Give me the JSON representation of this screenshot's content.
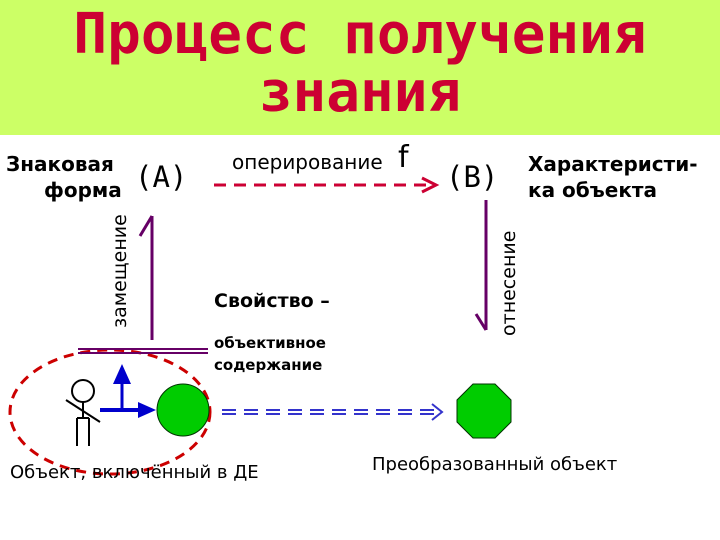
{
  "title": {
    "line1": "Процесс получения",
    "line2": "знания"
  },
  "labels": {
    "sign_form_line1": "Знаковая",
    "sign_form_line2": "форма",
    "marker_a": "(A)",
    "operation": "оперирование",
    "operation_f": "f",
    "marker_b": "(B)",
    "characteristic_line1": "Характеристи-",
    "characteristic_line2": "ка объекта",
    "substitution": "замещение",
    "attribution": "отнесение",
    "property": "Свойство –",
    "objective_line1": "объективное",
    "objective_line2": "содержание",
    "object_in_de": "Объект, включённый в ДЕ",
    "transformed_object": "Преобразованный объект"
  },
  "colors": {
    "banner": "#ccff66",
    "title": "#cc0033",
    "arrow_red": "#cc0033",
    "arrow_purple": "#660066",
    "arrow_blue": "#0000cc",
    "dashed_circle": "#cc0000",
    "object_green": "#00cc00"
  }
}
